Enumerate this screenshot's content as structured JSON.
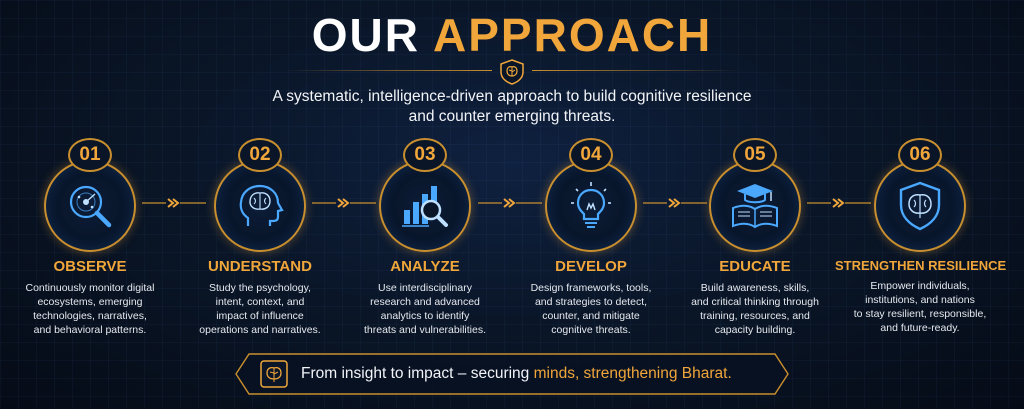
{
  "title": {
    "word1": "OUR",
    "word2": "APPROACH"
  },
  "subtitle": "A systematic, intelligence-driven approach to build cognitive resilience\nand counter emerging threats.",
  "steps": [
    {
      "number": "01",
      "title": "OBSERVE",
      "icon": "radar-magnifier-icon",
      "description": "Continuously monitor digital\necosystems, emerging\ntechnologies, narratives,\nand behavioral patterns."
    },
    {
      "number": "02",
      "title": "UNDERSTAND",
      "icon": "head-brain-icon",
      "description": "Study the psychology,\nintent, context, and\nimpact of influence\noperations and narratives."
    },
    {
      "number": "03",
      "title": "ANALYZE",
      "icon": "bar-chart-magnifier-icon",
      "description": "Use interdisciplinary\nresearch and advanced\nanalytics to identify\nthreats and vulnerabilities."
    },
    {
      "number": "04",
      "title": "DEVELOP",
      "icon": "lightbulb-icon",
      "description": "Design frameworks, tools,\nand strategies to detect,\ncounter, and mitigate\ncognitive threats."
    },
    {
      "number": "05",
      "title": "EDUCATE",
      "icon": "book-graduation-cap-icon",
      "description": "Build awareness, skills,\nand critical thinking through\ntraining, resources, and\ncapacity building."
    },
    {
      "number": "06",
      "title": "STRENGTHEN RESILIENCE",
      "icon": "shield-brain-icon",
      "description": "Empower individuals,\ninstitutions, and nations\nto stay resilient, responsible,\nand future-ready."
    }
  ],
  "footer": {
    "text_before": "From insight to impact – securing ",
    "text_highlight": "minds, strengthening Bharat."
  },
  "colors": {
    "accent": "#f0a63a",
    "background": "#0a1628",
    "icon_blue": "#4aa8ff"
  }
}
